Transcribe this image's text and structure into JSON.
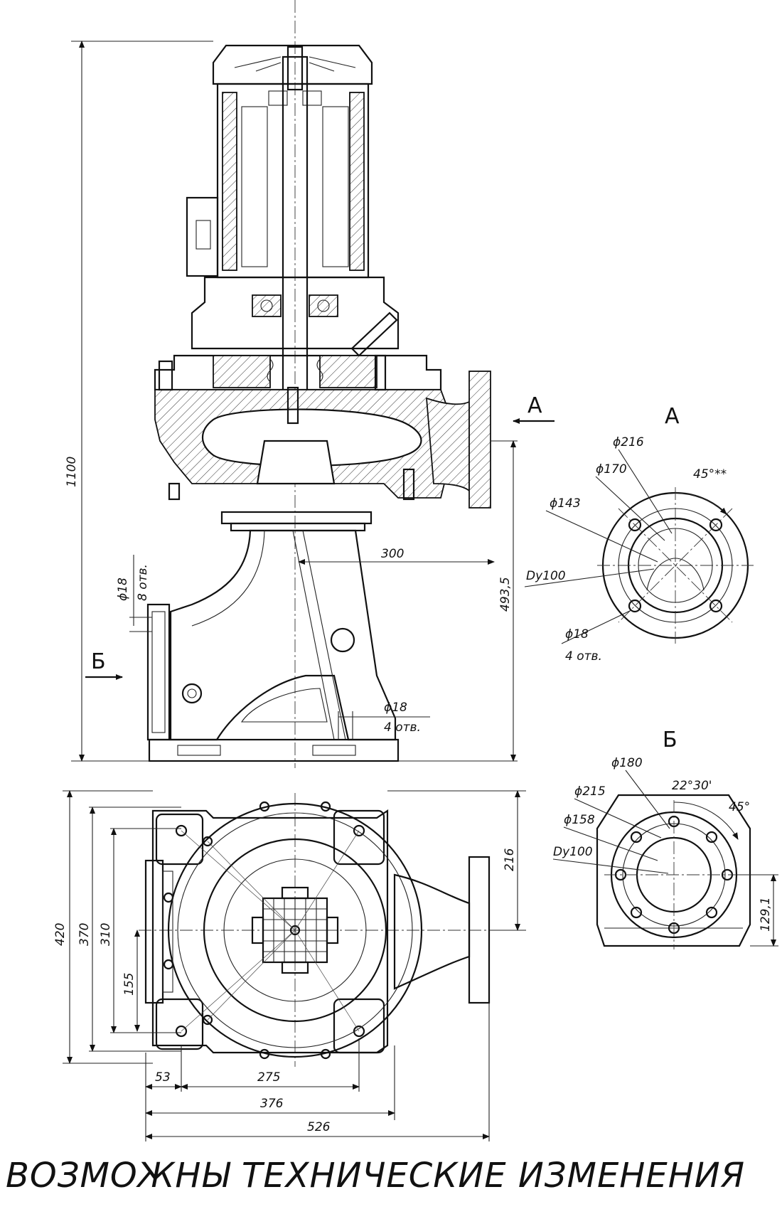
{
  "views": {
    "section_a_label": "А",
    "section_b_label": "Б"
  },
  "front_view_dims": {
    "overall_height": "1100",
    "inlet_height": "493,5",
    "offset_300": "300",
    "hole_d18_left": "ϕ18",
    "holes_8": "8 отв.",
    "hole_d18_bottom": "ϕ18",
    "holes_4_bottom": "4 отв."
  },
  "view_a_dims": {
    "d216": "ϕ216",
    "d170": "ϕ170",
    "d143": "ϕ143",
    "dy100": "Dy100",
    "angle": "45°**",
    "hole_d18": "ϕ18",
    "holes_4": "4 отв."
  },
  "view_b_dims": {
    "d180": "ϕ180",
    "d215": "ϕ215",
    "d158": "ϕ158",
    "dy100": "Dy100",
    "angle_22": "22°30'",
    "angle_45": "45°",
    "h129": "129,1"
  },
  "plan_view_dims": {
    "d420": "420",
    "d370": "370",
    "d310": "310",
    "d155": "155",
    "d216": "216",
    "d53": "53",
    "d275": "275",
    "d376": "376",
    "d526": "526"
  },
  "footer": {
    "notice": "ВОЗМОЖНЫ ТЕХНИЧЕСКИЕ ИЗМЕНЕНИЯ"
  }
}
